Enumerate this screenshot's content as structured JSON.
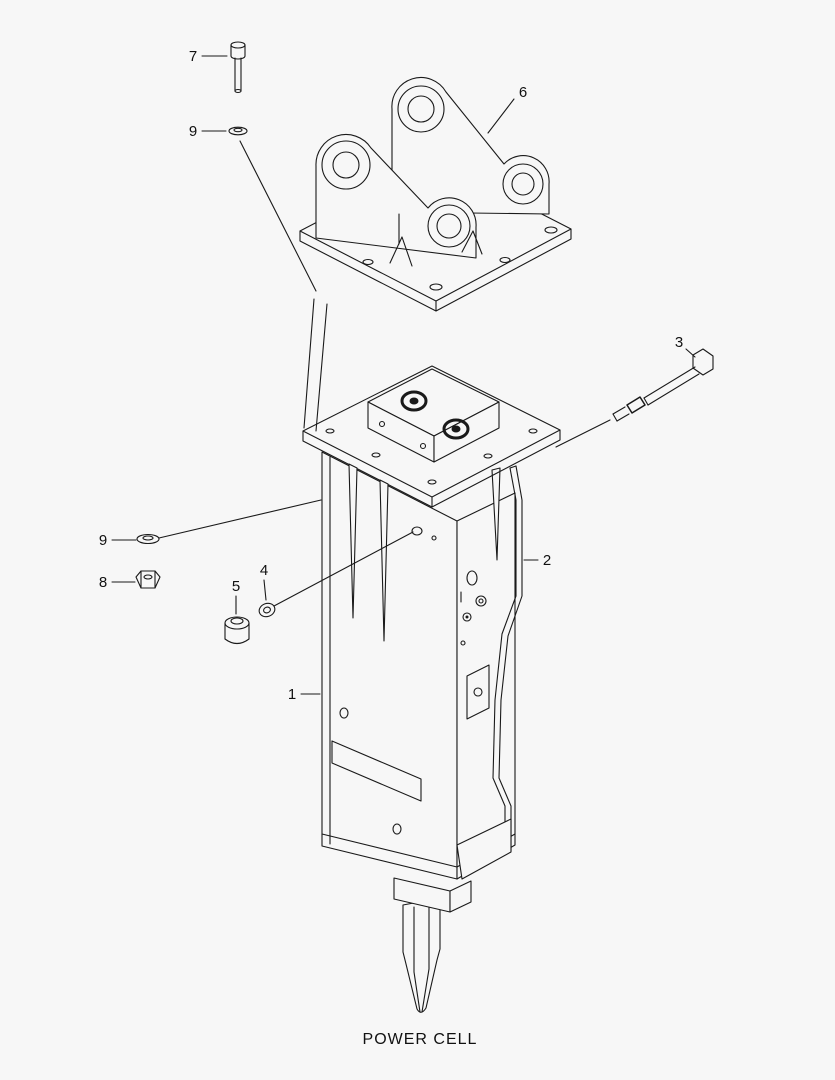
{
  "colors": {
    "background": "#f7f7f7",
    "line": "#1a1a1a"
  },
  "caption": "POWER CELL",
  "callouts": {
    "bolt_top": "7",
    "washer_top": "9",
    "bracket_cap": "6",
    "side_bolt": "3",
    "washer_left": "9",
    "nut_left": "8",
    "plug": "5",
    "washer_small": "4",
    "main_body": "1",
    "side_bracket": "2"
  }
}
